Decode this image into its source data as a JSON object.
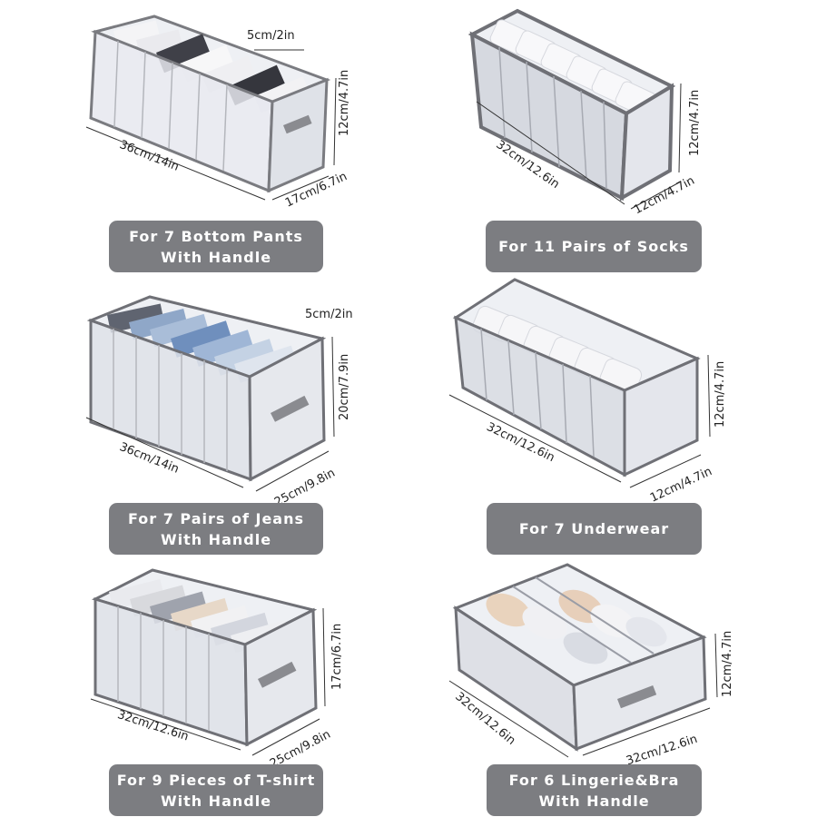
{
  "products": [
    {
      "line1": "For 7 Bottom Pants",
      "line2": "With Handle",
      "length": "36cm/14in",
      "width": "17cm/6.7in",
      "height": "12cm/4.7in",
      "gap": "5cm/2in"
    },
    {
      "line1": "For 11 Pairs of Socks",
      "line2": "",
      "length": "32cm/12.6in",
      "width": "12cm/4.7in",
      "height": "12cm/4.7in",
      "gap": ""
    },
    {
      "line1": "For 7 Pairs of Jeans",
      "line2": "With Handle",
      "length": "36cm/14in",
      "width": "25cm/9.8in",
      "height": "20cm/7.9in",
      "gap": "5cm/2in"
    },
    {
      "line1": "For 7 Underwear",
      "line2": "",
      "length": "32cm/12.6in",
      "width": "12cm/4.7in",
      "height": "12cm/4.7in",
      "gap": ""
    },
    {
      "line1": "For 9 Pieces of T-shirt",
      "line2": "With Handle",
      "length": "32cm/12.6in",
      "width": "25cm/9.8in",
      "height": "17cm/6.7in",
      "gap": ""
    },
    {
      "line1": "For 6 Lingerie&Bra",
      "line2": "With Handle",
      "length": "32cm/12.6in",
      "width": "32cm/12.6in",
      "height": "12cm/4.7in",
      "gap": ""
    }
  ],
  "colors": {
    "label_bg": "#7c7d81",
    "label_text": "#ffffff",
    "frame": "#6f7076",
    "mesh": "#d9dce3"
  }
}
